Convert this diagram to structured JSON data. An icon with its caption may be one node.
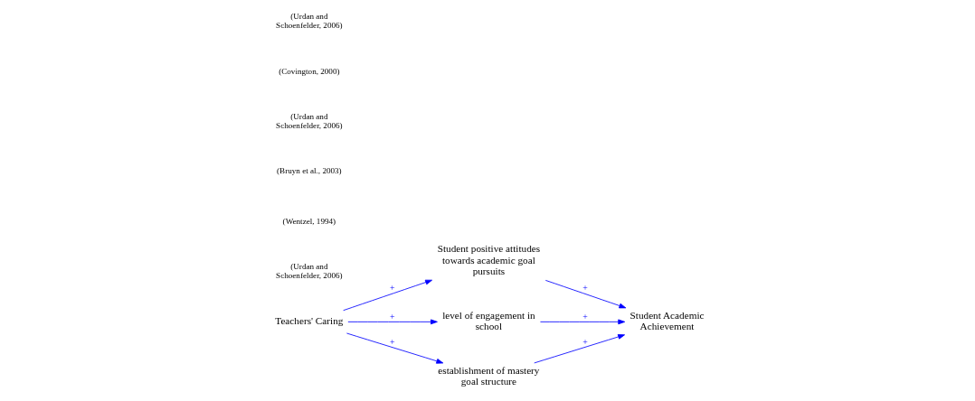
{
  "diagram": {
    "nodes": [
      {
        "text": [
          "Teachers' Caring"
        ]
      },
      {
        "text": [
          "Student positive attitudes towards academic goal pursuits"
        ]
      },
      {
        "text": [
          "level of engagement in school"
        ]
      },
      {
        "text": [
          "establishment of mastery goal structure"
        ]
      },
      {
        "text": [
          "Student Academic Achievement"
        ]
      }
    ],
    "edges": [
      {
        "from": 0,
        "to": 1,
        "arrow": "to",
        "label": "+"
      },
      {
        "from": 0,
        "to": 2,
        "arrow": "to",
        "label": "+"
      },
      {
        "from": 0,
        "to": 3,
        "arrow": "to",
        "label": "+"
      },
      {
        "from": 1,
        "to": 4,
        "arrow": "to",
        "label": "+"
      },
      {
        "from": 2,
        "to": 4,
        "arrow": "to",
        "label": "+"
      },
      {
        "from": 3,
        "to": 4,
        "arrow": "to",
        "label": "+"
      }
    ],
    "labels": [
      "(Urdan and Schoenfelder, 2006)",
      "(Wentzel, 1994)",
      "(Bruyn et al., 2003)",
      "(Urdan and Schoenfelder, 2006)",
      "(Covington, 2000)",
      "(Urdan and Schoenfelder, 2006)"
    ]
  }
}
